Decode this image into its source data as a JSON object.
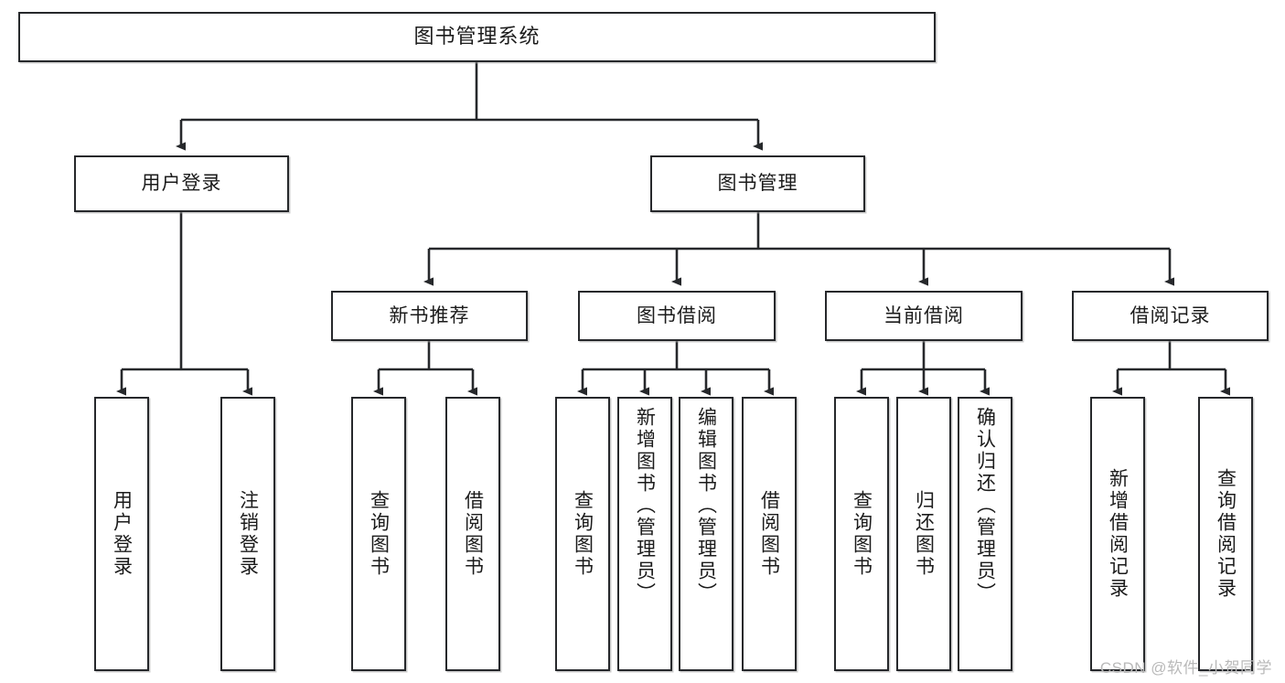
{
  "diagram": {
    "type": "tree",
    "title": "图书管理系统",
    "watermark": "CSDN @软件_小贺同学",
    "colors": {
      "box_border": "#26282b",
      "box_fill": "#ffffff",
      "connector": "#26282b",
      "text": "#1b1b1b",
      "watermark": "#b9b9b9"
    },
    "root": {
      "label": "图书管理系统"
    },
    "level2": [
      {
        "label": "用户登录"
      },
      {
        "label": "图书管理"
      }
    ],
    "level3": [
      {
        "label": "新书推荐"
      },
      {
        "label": "图书借阅"
      },
      {
        "label": "当前借阅"
      },
      {
        "label": "借阅记录"
      }
    ],
    "leaves": {
      "user_login": [
        {
          "label": "用户登录"
        },
        {
          "label": "注销登录"
        }
      ],
      "new_book_recommend": [
        {
          "label": "查询图书"
        },
        {
          "label": "借阅图书"
        }
      ],
      "book_borrow": [
        {
          "label": "查询图书"
        },
        {
          "label": "新增图书（管理员）"
        },
        {
          "label": "编辑图书（管理员）"
        },
        {
          "label": "借阅图书"
        }
      ],
      "current_borrow": [
        {
          "label": "查询图书"
        },
        {
          "label": "归还图书"
        },
        {
          "label": "确认归还（管理员）"
        }
      ],
      "borrow_record": [
        {
          "label": "新增借阅记录"
        },
        {
          "label": "查询借阅记录"
        }
      ]
    }
  }
}
